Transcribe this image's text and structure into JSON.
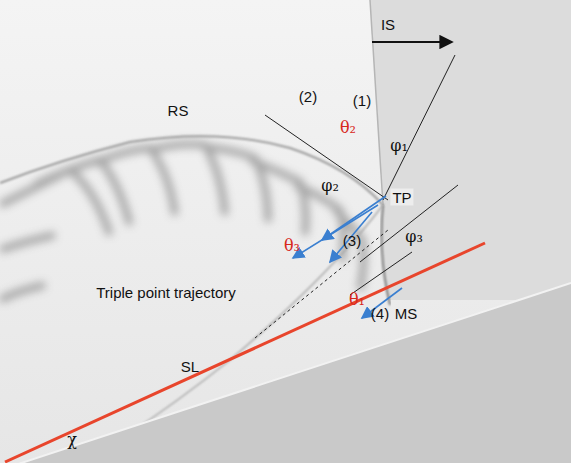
{
  "diagram": {
    "labels": [
      "IS",
      "(2)",
      "(1)",
      "φ₁",
      "θ₂",
      "RS",
      "φ₂",
      "TP",
      "θ₃",
      "(3)",
      "φ₃",
      "Triple point trajectory",
      "θ₁",
      "(4)",
      "MS",
      "SL",
      "χ"
    ]
  }
}
